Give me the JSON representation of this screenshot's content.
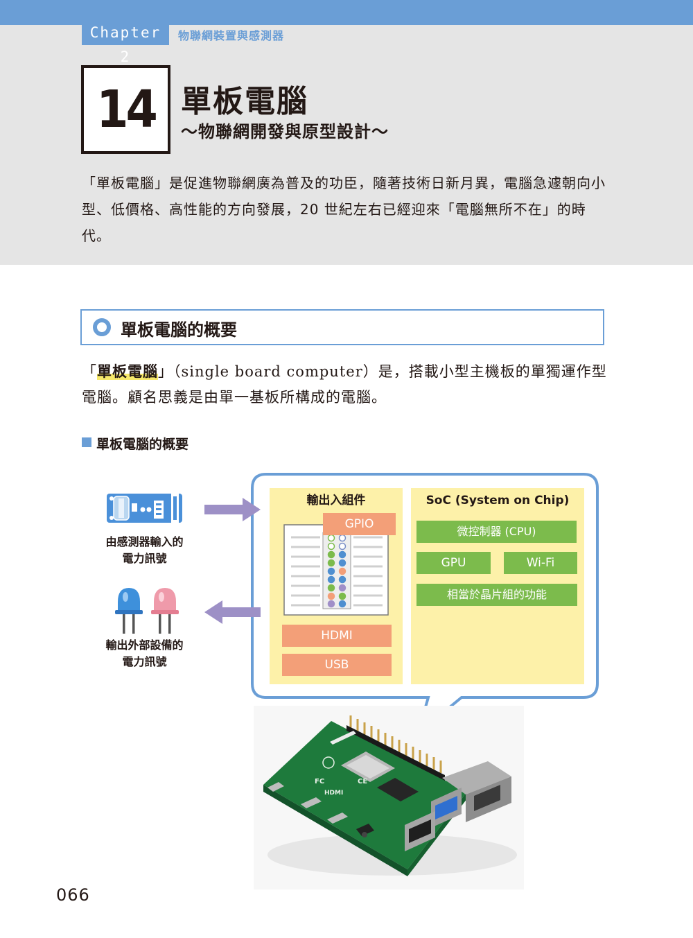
{
  "header": {
    "chapter_label": "Chapter 2",
    "chapter_name": "物聯網裝置與感測器",
    "section_number": "14",
    "section_title": "單板電腦",
    "section_subtitle": "～物聯網開發與原型設計～",
    "intro": "「單板電腦」是促進物聯網廣為普及的功臣，隨著技術日新月異，電腦急遽朝向小型、低價格、高性能的方向發展，20 世紀左右已經迎來「電腦無所不在」的時代。"
  },
  "section": {
    "heading": "單板電腦的概要",
    "para_open": "「",
    "para_term": "單板電腦",
    "para_rest": "」（single board computer）是，搭載小型主機板的單獨運作型電腦。顧名思義是由單一基板所構成的電腦。"
  },
  "figure": {
    "caption": "單板電腦的概要",
    "sensor_label_1": "由感測器輸入的",
    "sensor_label_2": "電力訊號",
    "output_label_1": "輸出外部設備的",
    "output_label_2": "電力訊號",
    "io_title": "輸出入組件",
    "gpio": "GPIO",
    "hdmi": "HDMI",
    "usb": "USB",
    "soc_title": "SoC (System on Chip)",
    "cpu": "微控制器 (CPU)",
    "gpu": "GPU",
    "wifi": "Wi-Fi",
    "chipset": "相當於晶片組的功能"
  },
  "board_marks": {
    "fc": "FC",
    "ce": "CE",
    "hdmi": "HDMI"
  },
  "colors": {
    "accent_blue": "#6a9ed6",
    "panel_yellow": "#fdf1a9",
    "port_salmon": "#f39f78",
    "chip_green": "#7cbb4c",
    "arrow_purple": "#9d90c6",
    "led_blue": "#3e90db",
    "led_pink": "#ef9aaa"
  },
  "page_number": "066"
}
